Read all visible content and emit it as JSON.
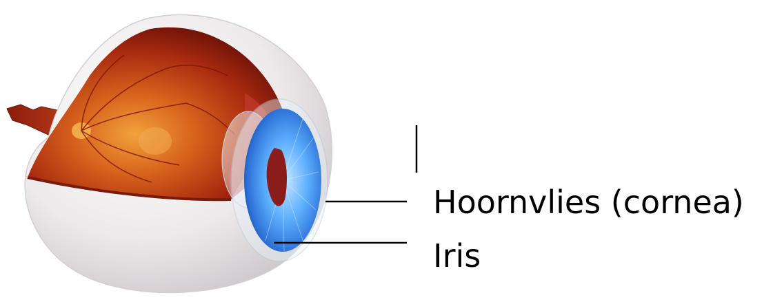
{
  "labels": {
    "cornea": "Hoornvlies (cornea)",
    "iris": "Iris"
  },
  "image": {
    "subject": "eye-cross-section",
    "watermark_text": ""
  },
  "colors": {
    "sclera": "#f1eef0",
    "retina": "#a6280f",
    "retina_inner": "#d96b22",
    "iris": "#3f8ff0",
    "leader_line": "#000000"
  }
}
